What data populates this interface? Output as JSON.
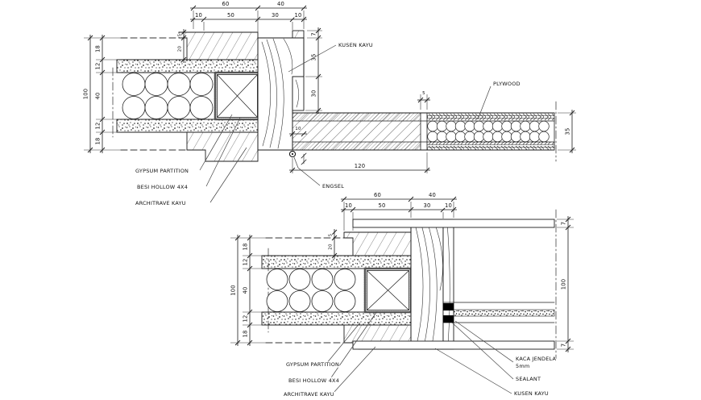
{
  "drawing": {
    "background": "#ffffff",
    "line_color": "#1b1b1b",
    "detail_door": {
      "dims": {
        "top_row1": [
          "60",
          "40"
        ],
        "top_row2": [
          "10",
          "50",
          "30",
          "10"
        ],
        "left_total": "100",
        "left_segments": [
          "18",
          "12",
          "40",
          "12",
          "18"
        ],
        "notch": [
          "5",
          "20"
        ],
        "right_chain": [
          "7",
          "35",
          "30"
        ],
        "rebate": "10",
        "leaf_gap": "5",
        "leaf_length": "120",
        "leaf_thickness": "35"
      },
      "labels": {
        "kusen_kayu": "KUSEN KAYU",
        "plywood": "PLYWOOD",
        "engsel": "ENGSEL",
        "gypsum_partition": "GYPSUM PARTITION",
        "besi_hollow": "BESI HOLLOW 4X4",
        "architrave_kayu": "ARCHITRAVE KAYU"
      }
    },
    "detail_window": {
      "dims": {
        "top_row1": [
          "60",
          "40"
        ],
        "top_row2": [
          "10",
          "50",
          "30",
          "10"
        ],
        "left_total": "100",
        "left_segments": [
          "18",
          "12",
          "40",
          "12",
          "18"
        ],
        "notch": [
          "5",
          "20"
        ],
        "right_chain": [
          "7",
          "100",
          "7"
        ]
      },
      "labels": {
        "gypsum_partition": "GYPSUM PARTITION",
        "besi_hollow": "BESI HOLLOW 4X4",
        "architrave_kayu": "ARCHITRAVE KAYU",
        "kaca_jendela_line1": "KACA JENDELA",
        "kaca_jendela_line2": "5mm",
        "sealant": "SEALANT",
        "kusen_kayu": "KUSEN KAYU"
      }
    }
  }
}
